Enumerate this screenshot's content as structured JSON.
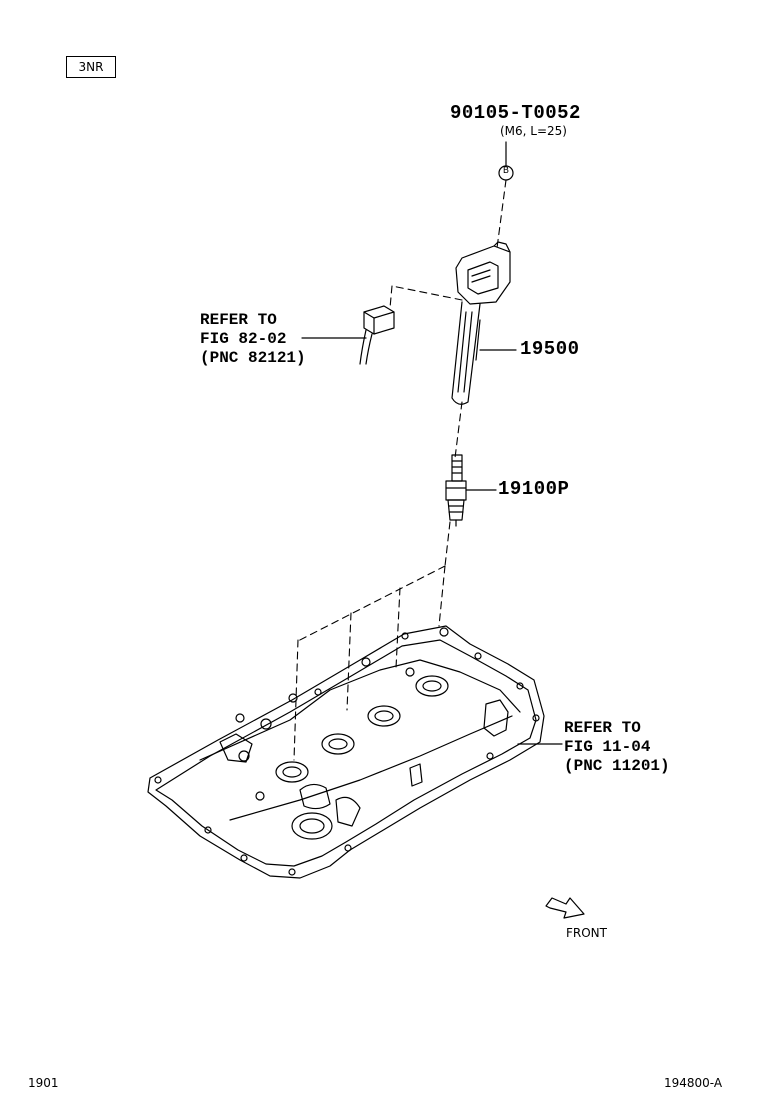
{
  "engine_code": "3NR",
  "bolt": {
    "part_number": "90105-T0052",
    "spec": "(M6, L=25)",
    "marker": "B"
  },
  "coil": {
    "part_number": "19500"
  },
  "plug": {
    "part_number": "19100P"
  },
  "refer_connector": {
    "line1": "REFER TO",
    "line2": "FIG 82-02",
    "line3": "(PNC 82121)"
  },
  "refer_cover": {
    "line1": "REFER TO",
    "line2": "FIG 11-04",
    "line3": "(PNC 11201)"
  },
  "front_label": "FRONT",
  "footer": {
    "left_code": "1901",
    "right_code": "194800-A"
  }
}
